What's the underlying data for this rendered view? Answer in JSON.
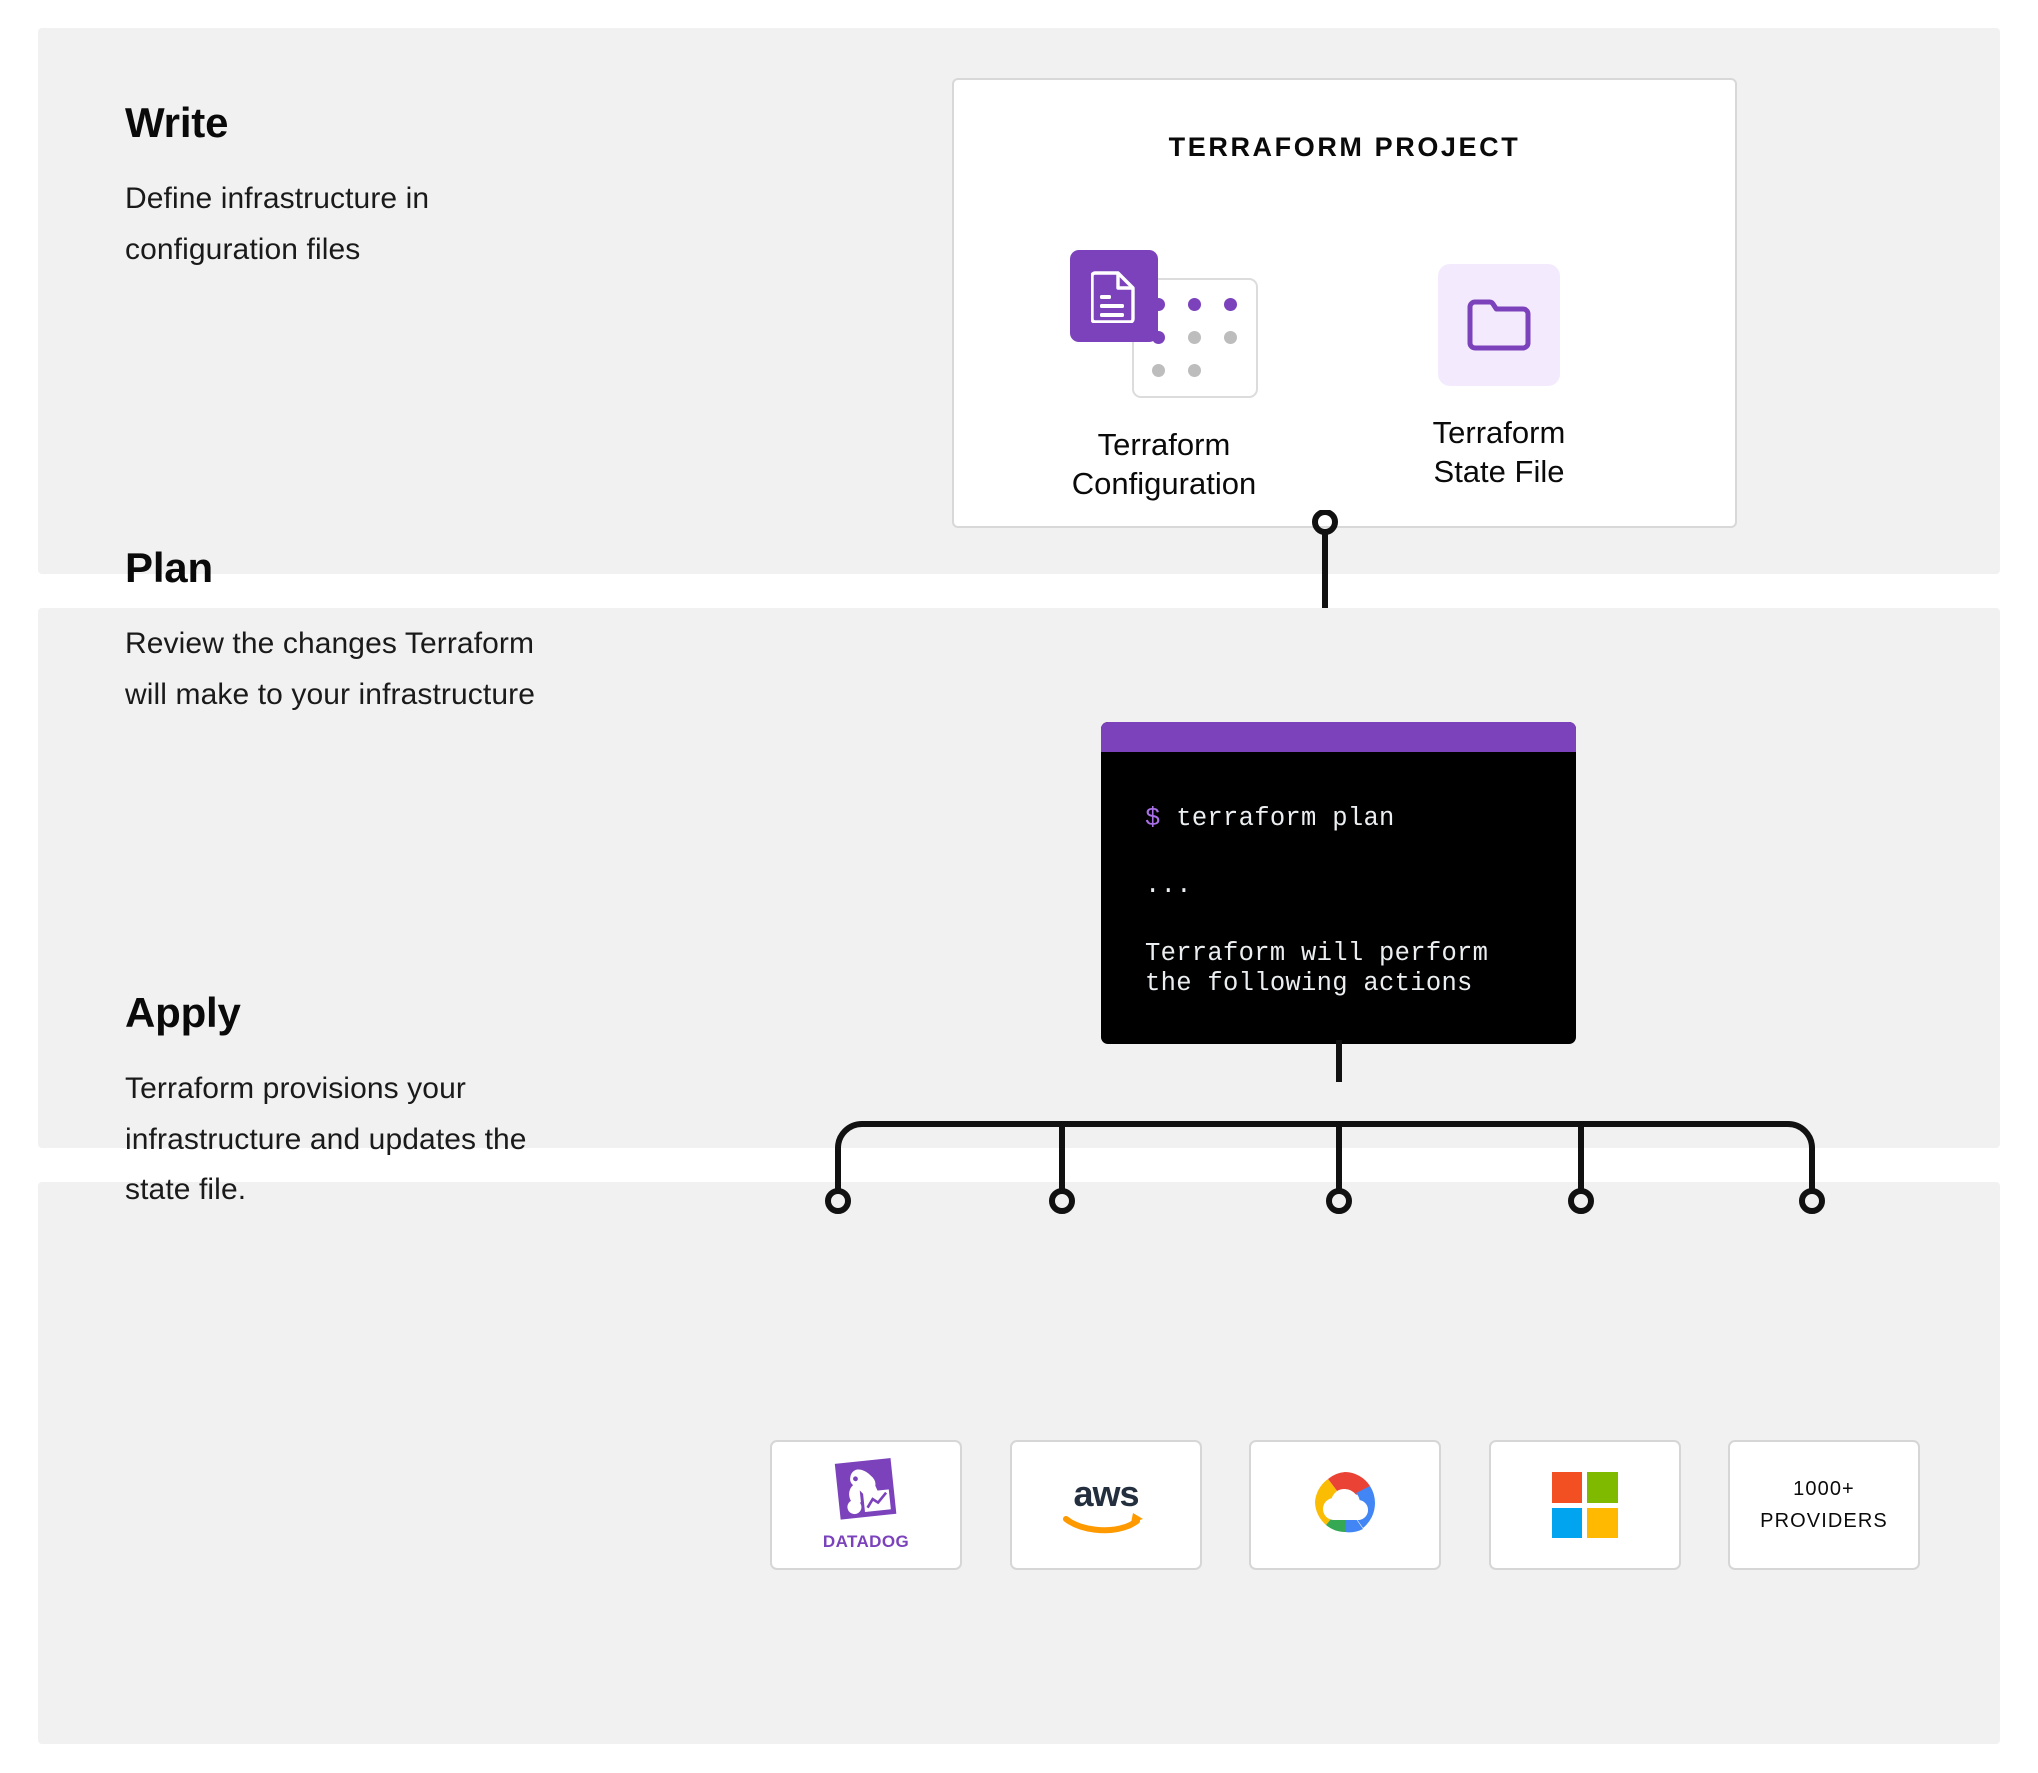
{
  "steps": [
    {
      "id": "write",
      "title": "Write",
      "description": "Define infrastructure in configuration files"
    },
    {
      "id": "plan",
      "title": "Plan",
      "description": "Review the changes Terraform will make to your infrastructure"
    },
    {
      "id": "apply",
      "title": "Apply",
      "description": "Terraform provisions your infrastructure and updates the state file."
    }
  ],
  "project_card": {
    "title": "TERRAFORM PROJECT",
    "assets": [
      {
        "id": "terraform-configuration",
        "label": "Terraform\nConfiguration",
        "icon": "document-stack-icon"
      },
      {
        "id": "terraform-state-file",
        "label": "Terraform\nState File",
        "icon": "folder-icon"
      }
    ]
  },
  "terminal": {
    "prompt_symbol": "$",
    "command": "terraform plan",
    "ellipsis": "...",
    "output_line_1": "Terraform will perform",
    "output_line_2": "the following actions"
  },
  "providers": [
    {
      "id": "datadog",
      "name": "DATADOG",
      "icon": "datadog-logo"
    },
    {
      "id": "aws",
      "name": "aws",
      "icon": "aws-logo"
    },
    {
      "id": "google-cloud",
      "name": "",
      "icon": "google-cloud-logo"
    },
    {
      "id": "microsoft-azure",
      "name": "",
      "icon": "microsoft-logo"
    },
    {
      "id": "more-providers",
      "line1": "1000+",
      "line2": "PROVIDERS",
      "icon": "text-card"
    }
  ],
  "colors": {
    "panel_background": "#f1f1f1",
    "page_background": "#ffffff",
    "terraform_purple": "#7b42bc",
    "terminal_background": "#000000",
    "state_file_tint": "#f3ebfd",
    "connector": "#111111",
    "aws_orange": "#ff9900",
    "aws_navy": "#232f3e",
    "ms_red": "#f25022",
    "ms_green": "#7fba00",
    "ms_blue": "#00a4ef",
    "ms_yellow": "#ffb900",
    "gcp_red": "#ea4335",
    "gcp_blue": "#4285f4",
    "gcp_yellow": "#fbbc04",
    "gcp_green": "#34a853"
  }
}
